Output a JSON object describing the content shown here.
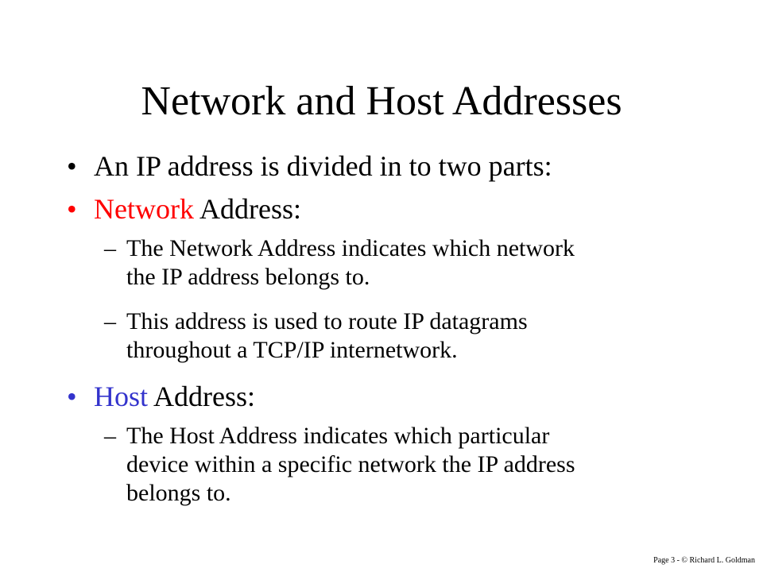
{
  "title": "Network and Host Addresses",
  "colors": {
    "text": "#000000",
    "network_highlight": "#ff0000",
    "host_highlight": "#3333cc"
  },
  "bullets": [
    {
      "marker": "•",
      "text": "An IP address is divided in to two parts:"
    },
    {
      "marker": "•",
      "highlight": "Network",
      "text": " Address:",
      "subitems": [
        {
          "marker": "–",
          "lines": [
            "The Network Address indicates which network",
            "the IP address belongs to."
          ]
        },
        {
          "marker": "–",
          "lines": [
            "This address is used to route IP datagrams",
            "throughout a TCP/IP internetwork."
          ]
        }
      ]
    },
    {
      "marker": "•",
      "highlight": "Host",
      "text": " Address:",
      "subitems": [
        {
          "marker": "–",
          "lines": [
            "The Host Address indicates which particular",
            "device within a specific network the IP address",
            "belongs to."
          ]
        }
      ]
    }
  ],
  "footer": "Page 3 - © Richard L. Goldman"
}
